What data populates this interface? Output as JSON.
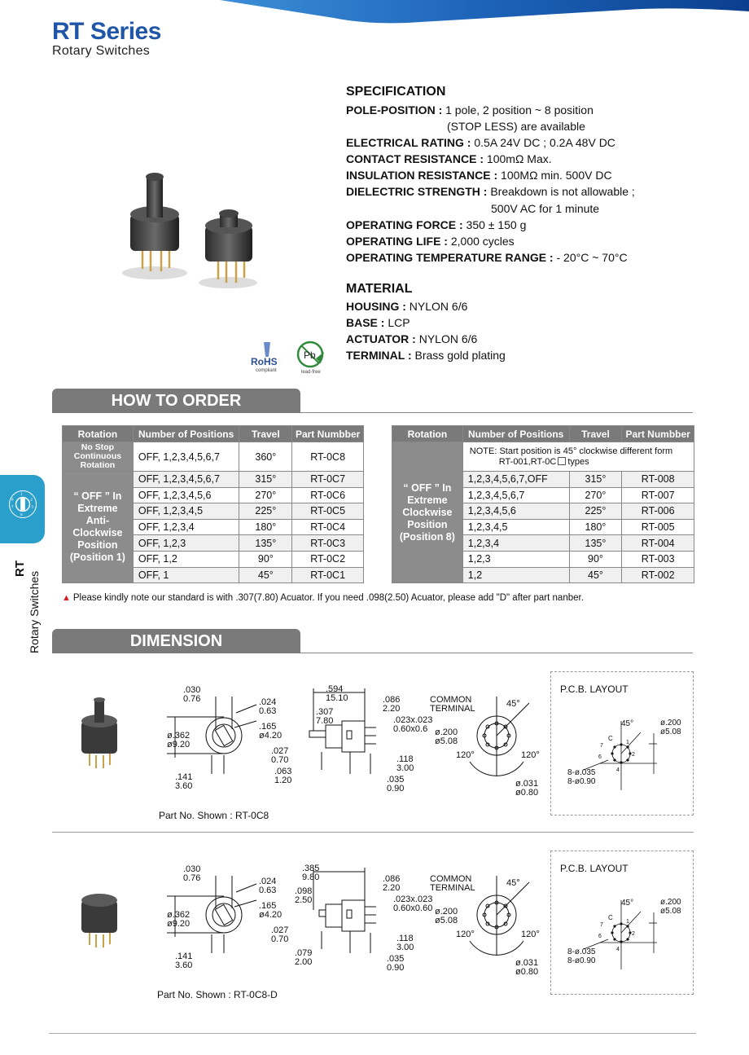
{
  "header": {
    "title": "RT Series",
    "subtitle": "Rotary  Switches"
  },
  "side_tab": {
    "code": "RT",
    "label": "Rotary  Switches"
  },
  "specification": {
    "heading": "SPECIFICATION",
    "pole_label": "POLE-POSITION : ",
    "pole_value": "1 pole, 2 position ~ 8 position",
    "pole_cont": "(STOP LESS) are available",
    "rating_label": "ELECTRICAL RATING : ",
    "rating_value": "0.5A 24V DC ; 0.2A 48V DC",
    "contact_label": "CONTACT RESISTANCE : ",
    "contact_value": "100mΩ Max.",
    "insulation_label": "INSULATION RESISTANCE : ",
    "insulation_value": "100MΩ min. 500V DC",
    "dielectric_label": "DIELECTRIC STRENGTH : ",
    "dielectric_value": "Breakdown is not allowable ;",
    "dielectric_cont": "500V AC for 1 minute",
    "force_label": "OPERATING FORCE : ",
    "force_value": "350 ± 150 g",
    "life_label": "OPERATING LIFE : ",
    "life_value": "2,000  cycles",
    "temp_label": "OPERATING TEMPERATURE RANGE : ",
    "temp_value": "- 20°C ~ 70°C"
  },
  "material": {
    "heading": "MATERIAL",
    "housing_label": "HOUSING : ",
    "housing_value": "NYLON 6/6",
    "base_label": "BASE : ",
    "base_value": "LCP",
    "actuator_label": "ACTUATOR : ",
    "actuator_value": "NYLON 6/6",
    "terminal_label": "TERMINAL : ",
    "terminal_value": "Brass gold plating"
  },
  "certs": {
    "rohs": "RoHS",
    "rohs_sub": "compliant",
    "pb": "Pb",
    "pb_sub": "lead-free"
  },
  "how_to_order": {
    "title": "HOW TO ORDER",
    "headers": [
      "Rotation",
      "Number of Positions",
      "Travel",
      "Part Numbber"
    ],
    "left_group1": "No Stop Continuous Rotation",
    "left_row1": [
      "OFF, 1,2,3,4,5,6,7",
      "360°",
      "RT-0C8"
    ],
    "left_group2": "“ OFF ” In Extreme Anti-Clockwise Position (Position 1)",
    "left_rows": [
      [
        "OFF, 1,2,3,4,5,6,7",
        "315°",
        "RT-0C7"
      ],
      [
        "OFF, 1,2,3,4,5,6",
        "270°",
        "RT-0C6"
      ],
      [
        "OFF, 1,2,3,4,5",
        "225°",
        "RT-0C5"
      ],
      [
        "OFF, 1,2,3,4",
        "180°",
        "RT-0C4"
      ],
      [
        "OFF, 1,2,3",
        "135°",
        "RT-0C3"
      ],
      [
        "OFF, 1,2",
        "90°",
        "RT-0C2"
      ],
      [
        "OFF, 1",
        "45°",
        "RT-0C1"
      ]
    ],
    "right_group": "“ OFF ” In Extreme Clockwise Position (Position 8)",
    "right_note1": "NOTE: Start position is 45° clockwise different form",
    "right_note2": "RT-001,RT-0C",
    "right_note3": "types",
    "right_rows": [
      [
        "1,2,3,4,5,6,7,OFF",
        "315°",
        "RT-008"
      ],
      [
        "1,2,3,4,5,6,7",
        "270°",
        "RT-007"
      ],
      [
        "1,2,3,4,5,6",
        "225°",
        "RT-006"
      ],
      [
        "1,2,3,4,5",
        "180°",
        "RT-005"
      ],
      [
        "1,2,3,4",
        "135°",
        "RT-004"
      ],
      [
        "1,2,3",
        "90°",
        "RT-003"
      ],
      [
        "1,2",
        "45°",
        "RT-002"
      ]
    ],
    "note": "Please kindly note our standard is with .307(7.80) Acuator. If you need .098(2.50) Acuator, please add \"D\" after part nanber."
  },
  "dimension": {
    "title": "DIMENSION",
    "pcb_title": "P.C.B. LAYOUT",
    "dim_a": [
      ".030",
      "0.76"
    ],
    "dim_b": [
      ".024",
      "0.63"
    ],
    "dim_c": [
      ".165",
      "ø4.20"
    ],
    "dim_d": [
      "ø.362",
      "ø9.20"
    ],
    "dim_e": [
      ".141",
      "3.60"
    ],
    "dim_f": [
      ".027",
      "0.70"
    ],
    "dim_g": [
      ".086",
      "2.20"
    ],
    "dim_h": [
      ".023x.023",
      "0.60x0.6"
    ],
    "dim_h2": [
      ".023x.023",
      "0.60x0.60"
    ],
    "dim_i": [
      ".118",
      "3.00"
    ],
    "dim_j": [
      ".035",
      "0.90"
    ],
    "dim_k": [
      ".063",
      "1.20"
    ],
    "dim_l": [
      ".594",
      "15.10"
    ],
    "dim_m": [
      ".307",
      "7.80"
    ],
    "dim_n": [
      ".385",
      "9.80"
    ],
    "dim_o": [
      ".098",
      "2.50"
    ],
    "dim_p": [
      ".079",
      "2.00"
    ],
    "common_terminal": [
      "COMMON",
      "TERMINAL"
    ],
    "angle_45": "45°",
    "angle_120": "120°",
    "dim_q": [
      "ø.200",
      "ø5.08"
    ],
    "dim_r": [
      "ø.031",
      "ø0.80"
    ],
    "pcb_hole": [
      "8-ø.035",
      "8-ø0.90"
    ],
    "pcb_c": "C",
    "pcb_nums": [
      "7",
      "1",
      "2",
      "4",
      "6"
    ],
    "part1": "Part No. Shown : RT-0C8",
    "part2": "Part No. Shown : RT-0C8-D"
  }
}
